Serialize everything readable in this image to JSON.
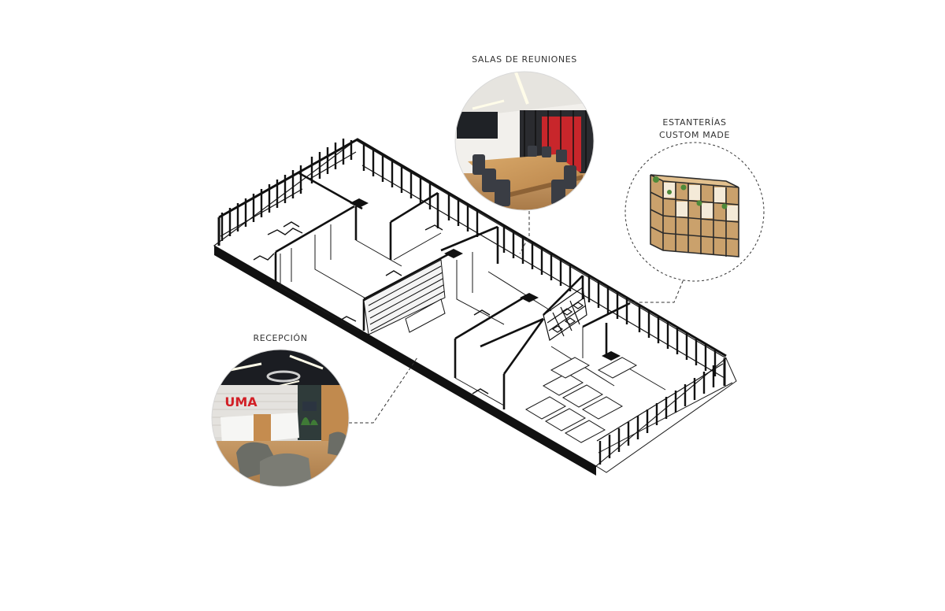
{
  "labels": {
    "meeting_rooms": "SALAS DE REUNIONES",
    "shelving_line1": "ESTANTERÍAS",
    "shelving_line2": "CUSTOM MADE",
    "reception": "RECEPCIÓN",
    "brand": "UMA"
  },
  "colors": {
    "wall": "#111111",
    "line": "#1a1a1a",
    "floor": "#ffffff",
    "brand_red": "#d21f26",
    "wood": "#c49a63",
    "meeting_glass_red": "#c8262b",
    "ceiling_dark": "#1b1d22"
  },
  "icons": {
    "callout_dash": "dashed-leader-line"
  }
}
